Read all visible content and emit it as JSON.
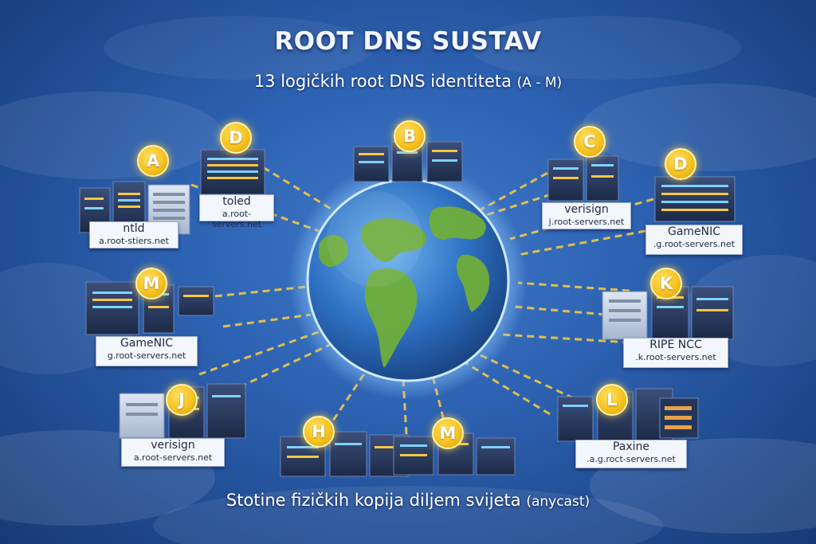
{
  "header": {
    "title": "ROOT DNS SUSTAV",
    "subtitle": "13 logičkih root DNS identiteta",
    "subtitle_note": "(A - M)"
  },
  "footer": {
    "text": "Stotine fizičkih kopija diljem svijeta",
    "note": "(anycast)"
  },
  "colors": {
    "background": "#2d62b2",
    "badge": "#f6c31f",
    "connector": "#f5c842",
    "globe_glow": "#bfe4ff"
  },
  "icons": [
    "globe-icon",
    "server-rack-icon"
  ],
  "nodes": [
    {
      "letter": "A",
      "operator": "ntld",
      "host": "a.root-stiers.net"
    },
    {
      "letter": "D",
      "operator": "toled",
      "host": "a.root-servers.net"
    },
    {
      "letter": "B",
      "operator": "",
      "host": ""
    },
    {
      "letter": "C",
      "operator": "verisign",
      "host": "j.root-servers.net"
    },
    {
      "letter": "D",
      "operator": "GameNIC",
      "host": ".g.root-servers.net"
    },
    {
      "letter": "M",
      "operator": "GameNIC",
      "host": "g.root-servers.net"
    },
    {
      "letter": "K",
      "operator": "RIPE NCC",
      "host": ".k.root-servers.net"
    },
    {
      "letter": "J",
      "operator": "verisign",
      "host": "a.root-servers.net"
    },
    {
      "letter": "H",
      "operator": "",
      "host": ""
    },
    {
      "letter": "M",
      "operator": "",
      "host": ""
    },
    {
      "letter": "L",
      "operator": "Paxine",
      "host": ".a.g.roct-servers.net"
    }
  ]
}
